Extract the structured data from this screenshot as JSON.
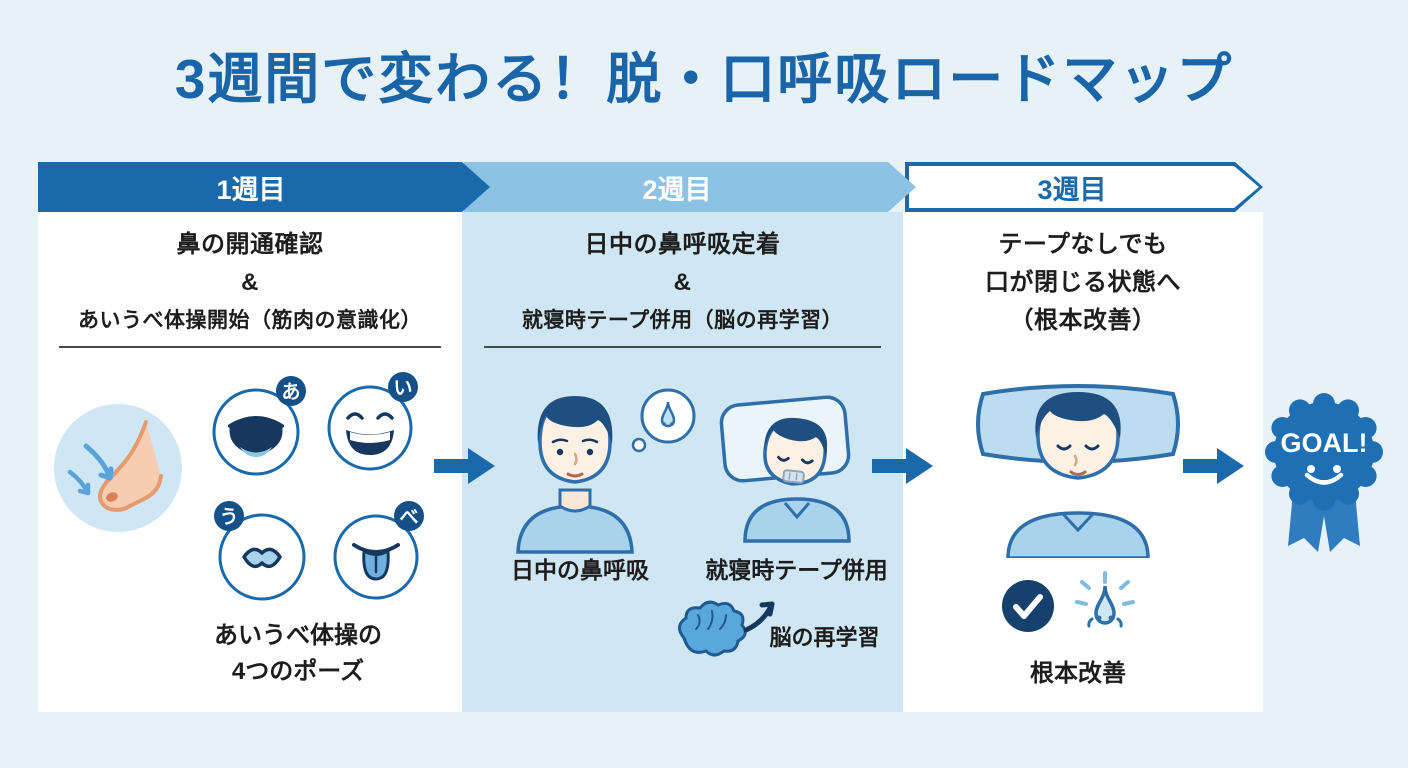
{
  "title": "3週間で変わる！脱・口呼吸ロードマップ",
  "colors": {
    "background": "#e7f1f8",
    "primary_blue": "#1a6aab",
    "banner_light_blue": "#8cc3e4",
    "panel_light_blue": "#cfe6f3",
    "navy": "#16385e",
    "skin": "#fdf1e6",
    "nose_peach": "#f7cdb2"
  },
  "weeks": [
    {
      "banner": "1週目",
      "heading": [
        "鼻の開通確認",
        "&",
        "あいうべ体操開始（筋肉の意識化）"
      ],
      "pose_badges": [
        "あ",
        "い",
        "う",
        "べ"
      ],
      "caption": [
        "あいうべ体操の",
        "4つのポーズ"
      ]
    },
    {
      "banner": "2週目",
      "heading": [
        "日中の鼻呼吸定着",
        "&",
        "就寝時テープ併用（脳の再学習）"
      ],
      "labels": {
        "day": "日中の鼻呼吸",
        "sleep": "就寝時テープ併用",
        "brain": "脳の再学習"
      }
    },
    {
      "banner": "3週目",
      "heading": [
        "テープなしでも",
        "口が閉じる状態へ",
        "（根本改善）"
      ],
      "labels": {
        "result": "根本改善"
      }
    }
  ],
  "goal": {
    "label": "GOAL!"
  },
  "icons": {
    "week1": [
      "nose-airflow-icon",
      "pose-a-mouth-icon",
      "pose-i-face-icon",
      "pose-u-lips-icon",
      "pose-be-tongue-icon"
    ],
    "week2": [
      "day-breathing-man-icon",
      "thought-bubble-nose-icon",
      "sleeping-tape-man-icon",
      "brain-icon",
      "relearn-arrow-icon"
    ],
    "week3": [
      "big-sleeper-icon",
      "check-icon",
      "nose-sparkle-icon"
    ],
    "misc": [
      "arrow-right-icon",
      "goal-badge-icon"
    ]
  }
}
